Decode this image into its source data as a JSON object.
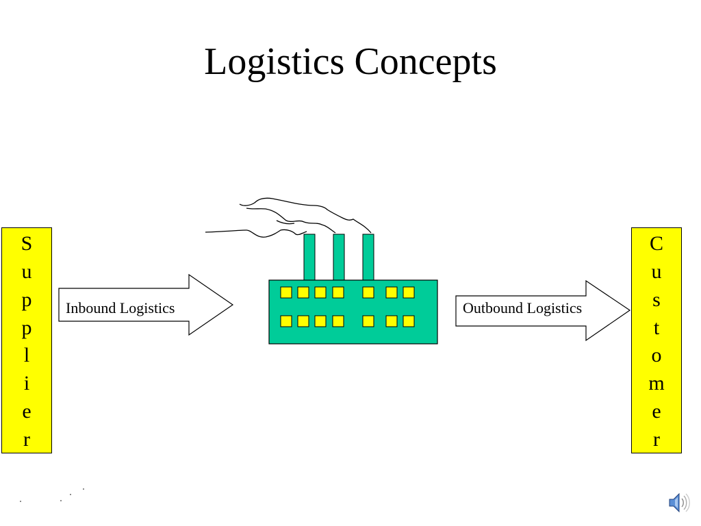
{
  "slide": {
    "title": "Logistics Concepts"
  },
  "supplier": {
    "letters": [
      "S",
      "u",
      "p",
      "p",
      "l",
      "i",
      "e",
      "r"
    ]
  },
  "customer": {
    "letters": [
      "C",
      "u",
      "s",
      "t",
      "o",
      "m",
      "e",
      "r"
    ]
  },
  "inbound": {
    "label": "Inbound Logistics"
  },
  "outbound": {
    "label": "Outbound Logistics"
  },
  "colors": {
    "box_fill": "#ffff00",
    "factory_fill": "#00cc99",
    "window_fill": "#ffff00",
    "outline": "#000000"
  },
  "icons": {
    "factory": "factory-icon",
    "smoke": "smoke-icon",
    "sound": "speaker-icon"
  }
}
